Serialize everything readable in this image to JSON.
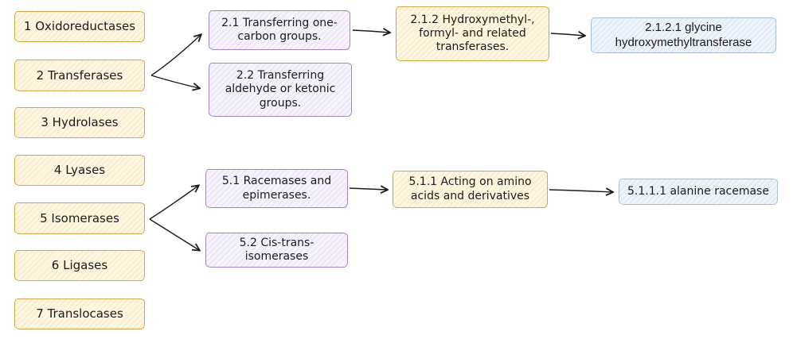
{
  "diagram": {
    "type": "flowchart",
    "colors": {
      "background": "#ffffff",
      "level1_fill": "#fdf7e2",
      "level1_border": "#d7a64a",
      "level2_fill": "#f7f2fb",
      "level2_border": "#a385c9",
      "level4_fill": "#eff4fb",
      "level4_border": "#a6c1de",
      "arrow": "#1b1b1b",
      "text": "#1b1b1b"
    },
    "nodes": {
      "ec1": {
        "label": "1 Oxidoreductases",
        "level": 1
      },
      "ec2": {
        "label": "2 Transferases",
        "level": 1
      },
      "ec3": {
        "label": "3 Hydrolases",
        "level": 1
      },
      "ec4": {
        "label": "4 Lyases",
        "level": 1
      },
      "ec5": {
        "label": "5 Isomerases",
        "level": 1
      },
      "ec6": {
        "label": "6 Ligases",
        "level": 1
      },
      "ec7": {
        "label": "7 Translocases",
        "level": 1
      },
      "ec2_1": {
        "label": "2.1 Transferring one-carbon groups.",
        "level": 2
      },
      "ec2_2": {
        "label": "2.2 Transferring aldehyde or ketonic groups.",
        "level": 2
      },
      "ec2_1_2": {
        "label": "2.1.2 Hydroxymethyl-, formyl- and related transferases.",
        "level": 3
      },
      "ec2_1_2_1": {
        "label": "2.1.2.1 glycine hydroxymethyltransferase",
        "level": 4
      },
      "ec5_1": {
        "label": "5.1 Racemases and epimerases.",
        "level": 2
      },
      "ec5_2": {
        "label": "5.2 Cis-trans-isomerases",
        "level": 2
      },
      "ec5_1_1": {
        "label": "5.1.1 Acting on amino acids and derivatives",
        "level": 3
      },
      "ec5_1_1_1": {
        "label": "5.1.1.1 alanine racemase",
        "level": 4
      }
    },
    "edges": [
      {
        "from": "ec2",
        "to": "ec2_1"
      },
      {
        "from": "ec2",
        "to": "ec2_2"
      },
      {
        "from": "ec2_1",
        "to": "ec2_1_2"
      },
      {
        "from": "ec2_1_2",
        "to": "ec2_1_2_1"
      },
      {
        "from": "ec5",
        "to": "ec5_1"
      },
      {
        "from": "ec5",
        "to": "ec5_2"
      },
      {
        "from": "ec5_1",
        "to": "ec5_1_1"
      },
      {
        "from": "ec5_1_1",
        "to": "ec5_1_1_1"
      }
    ]
  }
}
